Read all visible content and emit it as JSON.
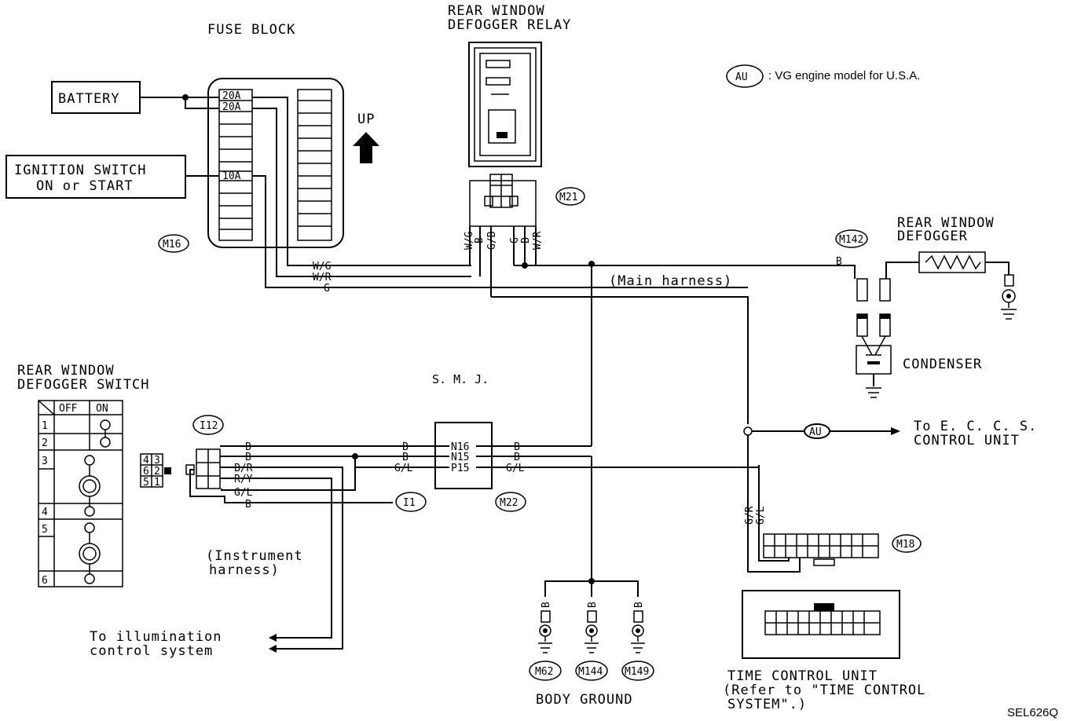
{
  "labels": {
    "fuse_block": "FUSE BLOCK",
    "relay_title_1": "REAR WINDOW",
    "relay_title_2": "DEFOGGER RELAY",
    "battery": "BATTERY",
    "ignition_1": "IGNITION SWITCH",
    "ignition_2": "ON or START",
    "fuse_20a_1": "20A",
    "fuse_20a_2": "20A",
    "fuse_10a": "10A",
    "up": "UP",
    "m16": "M16",
    "m21": "M21",
    "au_legend_badge": "AU",
    "au_legend_text": ": VG engine model for U.S.A.",
    "wire_wg": "W/G",
    "wire_wr": "W/R",
    "wire_g": "G",
    "main_harness": "(Main harness)",
    "m142": "M142",
    "m142_wire": "B",
    "defogger_1": "REAR WINDOW",
    "defogger_2": "DEFOGGER",
    "condenser": "CONDENSER",
    "switch_1": "REAR WINDOW",
    "switch_2": "DEFOGGER SWITCH",
    "switch_off": "OFF",
    "switch_on": "ON",
    "smj": "S. M. J.",
    "i12": "I12",
    "i1": "I1",
    "m22": "M22",
    "to_eccs_1": "To E. C. C. S.",
    "to_eccs_2": "CONTROL UNIT",
    "au_line_badge": "AU",
    "instrument_1": "(Instrument",
    "instrument_2": "harness)",
    "to_illum_1": "To illumination",
    "to_illum_2": "control system",
    "m18": "M18",
    "m62": "M62",
    "m144": "M144",
    "m149": "M149",
    "body_ground": "BODY GROUND",
    "tcu_1": "TIME CONTROL UNIT",
    "tcu_2": "(Refer to \"TIME CONTROL",
    "tcu_3": "SYSTEM\".)",
    "code": "SEL626Q"
  },
  "relay_pins": [
    "W/G",
    "B",
    "G/B",
    "G",
    "B",
    "W/R"
  ],
  "vert_gl": [
    "G/R",
    "G/L"
  ],
  "left_wires": [
    "B",
    "B",
    "B/R",
    "R/Y",
    "G/L",
    "B"
  ],
  "smj_left_wires": [
    "B",
    "B",
    "G/L"
  ],
  "smj_pins": [
    "N16",
    "N15",
    "P15"
  ],
  "smj_right_wires": [
    "B",
    "B",
    "G/L"
  ],
  "ground_wires": [
    "B",
    "B",
    "B"
  ],
  "switch_rows": [
    "1",
    "2",
    "3",
    "4",
    "5",
    "6"
  ],
  "connector_pins": [
    "4",
    "3",
    "6",
    "2",
    "5",
    "1"
  ]
}
